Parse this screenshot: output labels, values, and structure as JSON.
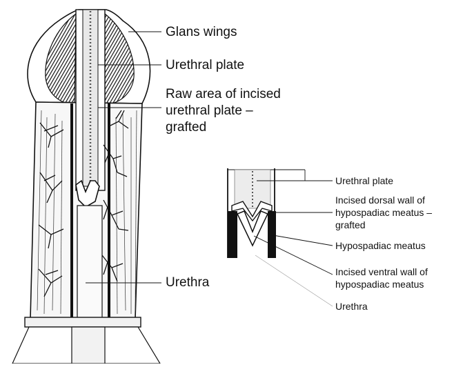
{
  "main_drawing": {
    "labels": {
      "glans_wings": "Glans wings",
      "urethral_plate": "Urethral plate",
      "raw_area": [
        "Raw area of incised",
        "urethral plate –",
        "grafted"
      ],
      "urethra": "Urethra"
    }
  },
  "inset_drawing": {
    "labels": {
      "urethral_plate": "Urethral plate",
      "incised_dorsal_wall": [
        "Incised dorsal wall of",
        "hypospadiac meatus –",
        "grafted"
      ],
      "hypospadiac_meatus": "Hypospadiac meatus",
      "incised_ventral_wall": [
        "Incised ventral wall of",
        "hypospadiac meatus"
      ],
      "urethra": "Urethra"
    }
  },
  "colors": {
    "ink": "#111111",
    "background": "#ffffff"
  }
}
